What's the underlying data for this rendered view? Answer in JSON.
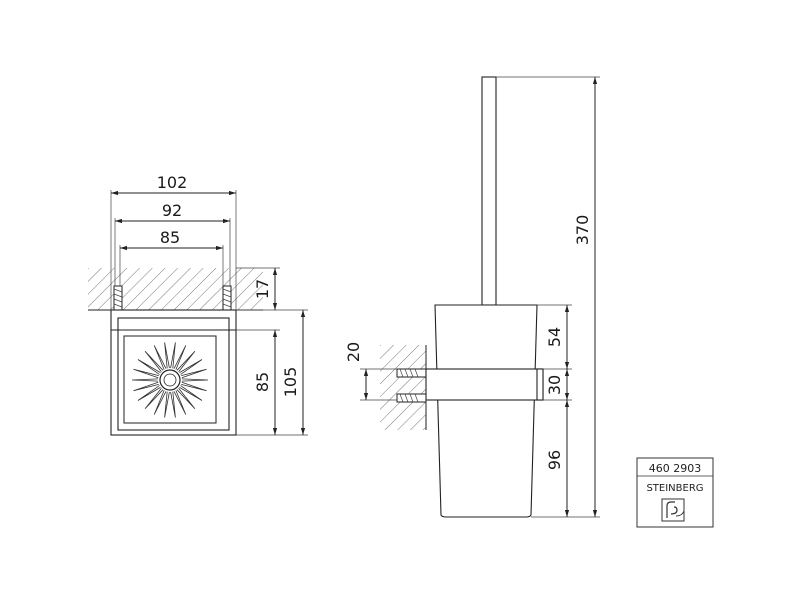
{
  "front_view": {
    "dims": {
      "width_102": "102",
      "width_92": "92",
      "width_85": "85",
      "height_17": "17",
      "height_85": "85",
      "height_105": "105"
    }
  },
  "side_view": {
    "dims": {
      "height_370": "370",
      "height_54": "54",
      "height_30": "30",
      "height_96": "96",
      "offset_20": "20"
    }
  },
  "badge": {
    "code": "460  2903",
    "brand": "STEINBERG",
    "icon": "toilet-brush-pictogram"
  }
}
